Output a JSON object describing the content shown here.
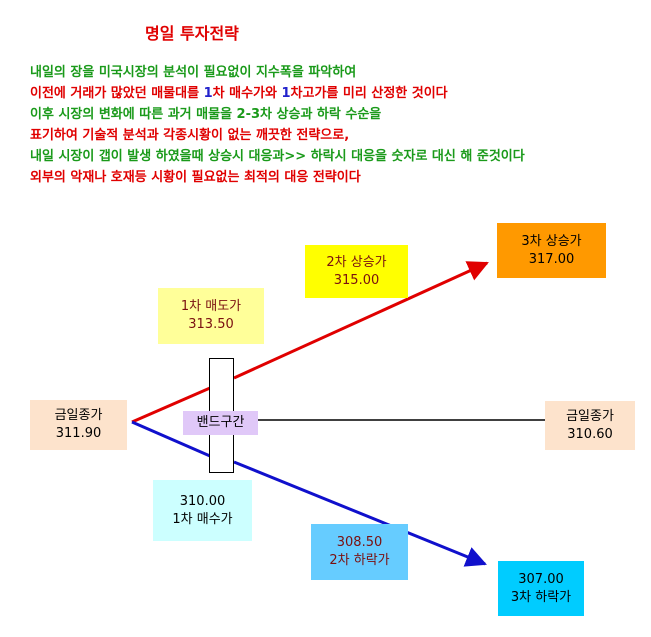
{
  "title": "명일 투자전략",
  "description": [
    {
      "parts": [
        {
          "text": "내일의 장을 미국시장의 분석이 필요없이 지수폭을 파악하여",
          "color": "green"
        }
      ]
    },
    {
      "parts": [
        {
          "text": "이전에 거래가 많았던 매물대를 ",
          "color": "red"
        },
        {
          "text": "1",
          "color": "blue"
        },
        {
          "text": "차 매수가와 ",
          "color": "red"
        },
        {
          "text": "1",
          "color": "blue"
        },
        {
          "text": "차고가를 미리 산정한 것이다",
          "color": "red"
        }
      ]
    },
    {
      "parts": [
        {
          "text": "이후 시장의 변화에 따른 과거 매물을 2-3차 상승과 하락 수순을",
          "color": "green"
        }
      ]
    },
    {
      "parts": [
        {
          "text": "표기하여 기술적  분석과 각종시황이 없는 깨끗한 전략으로,",
          "color": "red"
        }
      ]
    },
    {
      "parts": [
        {
          "text": "내일 시장이 갭이 발생 하였을때 상승시 대응과>> 하락시 대응을 숫자로 대신 해 준것이다",
          "color": "green"
        }
      ]
    },
    {
      "parts": [
        {
          "text": "외부의 악재나 호재등  시황이 필요없는 최적의 대응 전략이다",
          "color": "red"
        }
      ]
    }
  ],
  "boxes": {
    "today_close_left": {
      "label": "금일종가",
      "value": "311.90",
      "bg": "#fde3cc"
    },
    "first_sell": {
      "label": "1차 매도가",
      "value": "313.50",
      "bg": "#ffff99"
    },
    "second_rise": {
      "label": "2차 상승가",
      "value": "315.00",
      "bg": "#ffff00"
    },
    "third_rise": {
      "label": "3차 상승가",
      "value": "317.00",
      "bg": "#ff9900"
    },
    "band": {
      "label": "밴드구간",
      "bg": "#e0c8f8"
    },
    "today_close_right": {
      "label": "금일종가",
      "value": "310.60",
      "bg": "#fde3cc"
    },
    "first_buy": {
      "value": "310.00",
      "label": "1차 매수가",
      "bg": "#ccffff"
    },
    "second_fall": {
      "value": "308.50",
      "label": "2차 하락가",
      "bg": "#66ccff"
    },
    "third_fall": {
      "value": "307.00",
      "label": "3차 하락가",
      "bg": "#00ccff"
    }
  },
  "colors": {
    "green": "#1a9a1a",
    "red": "#e00000",
    "blue": "#2222cc",
    "arrow_up": "#e00000",
    "arrow_down": "#1010cc",
    "band_line": "#000000"
  }
}
